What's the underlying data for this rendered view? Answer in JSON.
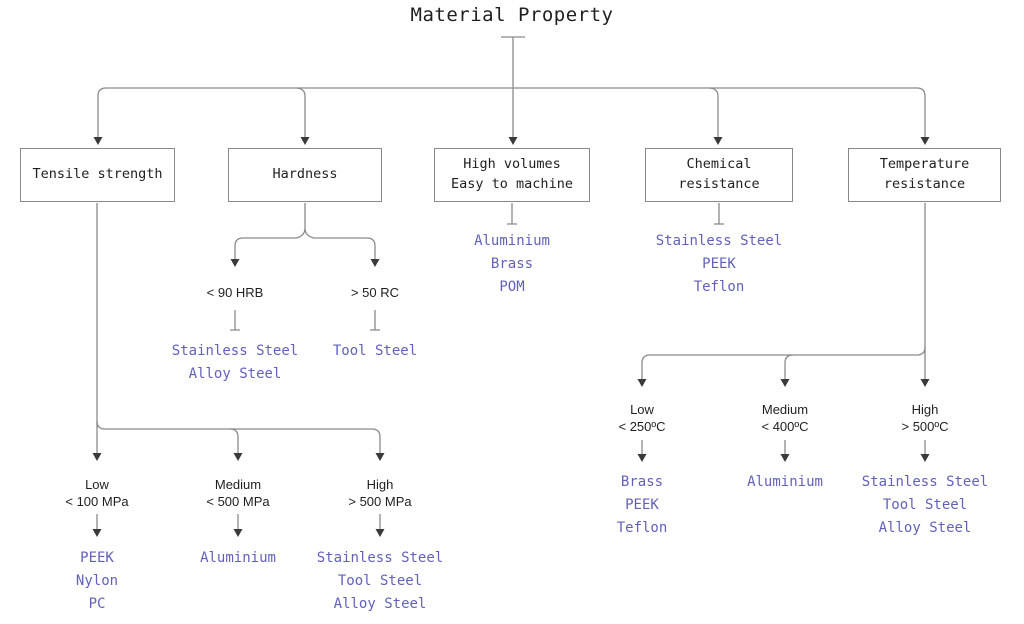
{
  "title": "Material Property",
  "colors": {
    "background": "#ffffff",
    "line": "#8a8a8a",
    "arrowhead": "#3a3a3a",
    "box_border": "#8a8a8a",
    "box_text": "#1f1f1f",
    "criterion_text": "#1f1f1f",
    "material_text": "#6161bd"
  },
  "branches": [
    {
      "label": "Tensile strength",
      "children": [
        {
          "level": "Low",
          "criterion": "< 100 MPa",
          "materials": [
            "PEEK",
            "Nylon",
            "PC"
          ]
        },
        {
          "level": "Medium",
          "criterion": "< 500 MPa",
          "materials": [
            "Aluminium"
          ]
        },
        {
          "level": "High",
          "criterion": "> 500 MPa",
          "materials": [
            "Stainless Steel",
            "Tool Steel",
            "Alloy Steel"
          ]
        }
      ]
    },
    {
      "label": "Hardness",
      "children": [
        {
          "criterion": "< 90 HRB",
          "materials": [
            "Stainless Steel",
            "Alloy Steel"
          ]
        },
        {
          "criterion": "> 50 RC",
          "materials": [
            "Tool Steel"
          ]
        }
      ]
    },
    {
      "label": "High volumes\nEasy to machine",
      "materials": [
        "Aluminium",
        "Brass",
        "POM"
      ]
    },
    {
      "label": "Chemical\nresistance",
      "materials": [
        "Stainless Steel",
        "PEEK",
        "Teflon"
      ]
    },
    {
      "label": "Temperature\nresistance",
      "children": [
        {
          "level": "Low",
          "criterion": "< 250ºC",
          "materials": [
            "Brass",
            "PEEK",
            "Teflon"
          ]
        },
        {
          "level": "Medium",
          "criterion": "< 400ºC",
          "materials": [
            "Aluminium"
          ]
        },
        {
          "level": "High",
          "criterion": "> 500ºC",
          "materials": [
            "Stainless Steel",
            "Tool Steel",
            "Alloy Steel"
          ]
        }
      ]
    }
  ]
}
